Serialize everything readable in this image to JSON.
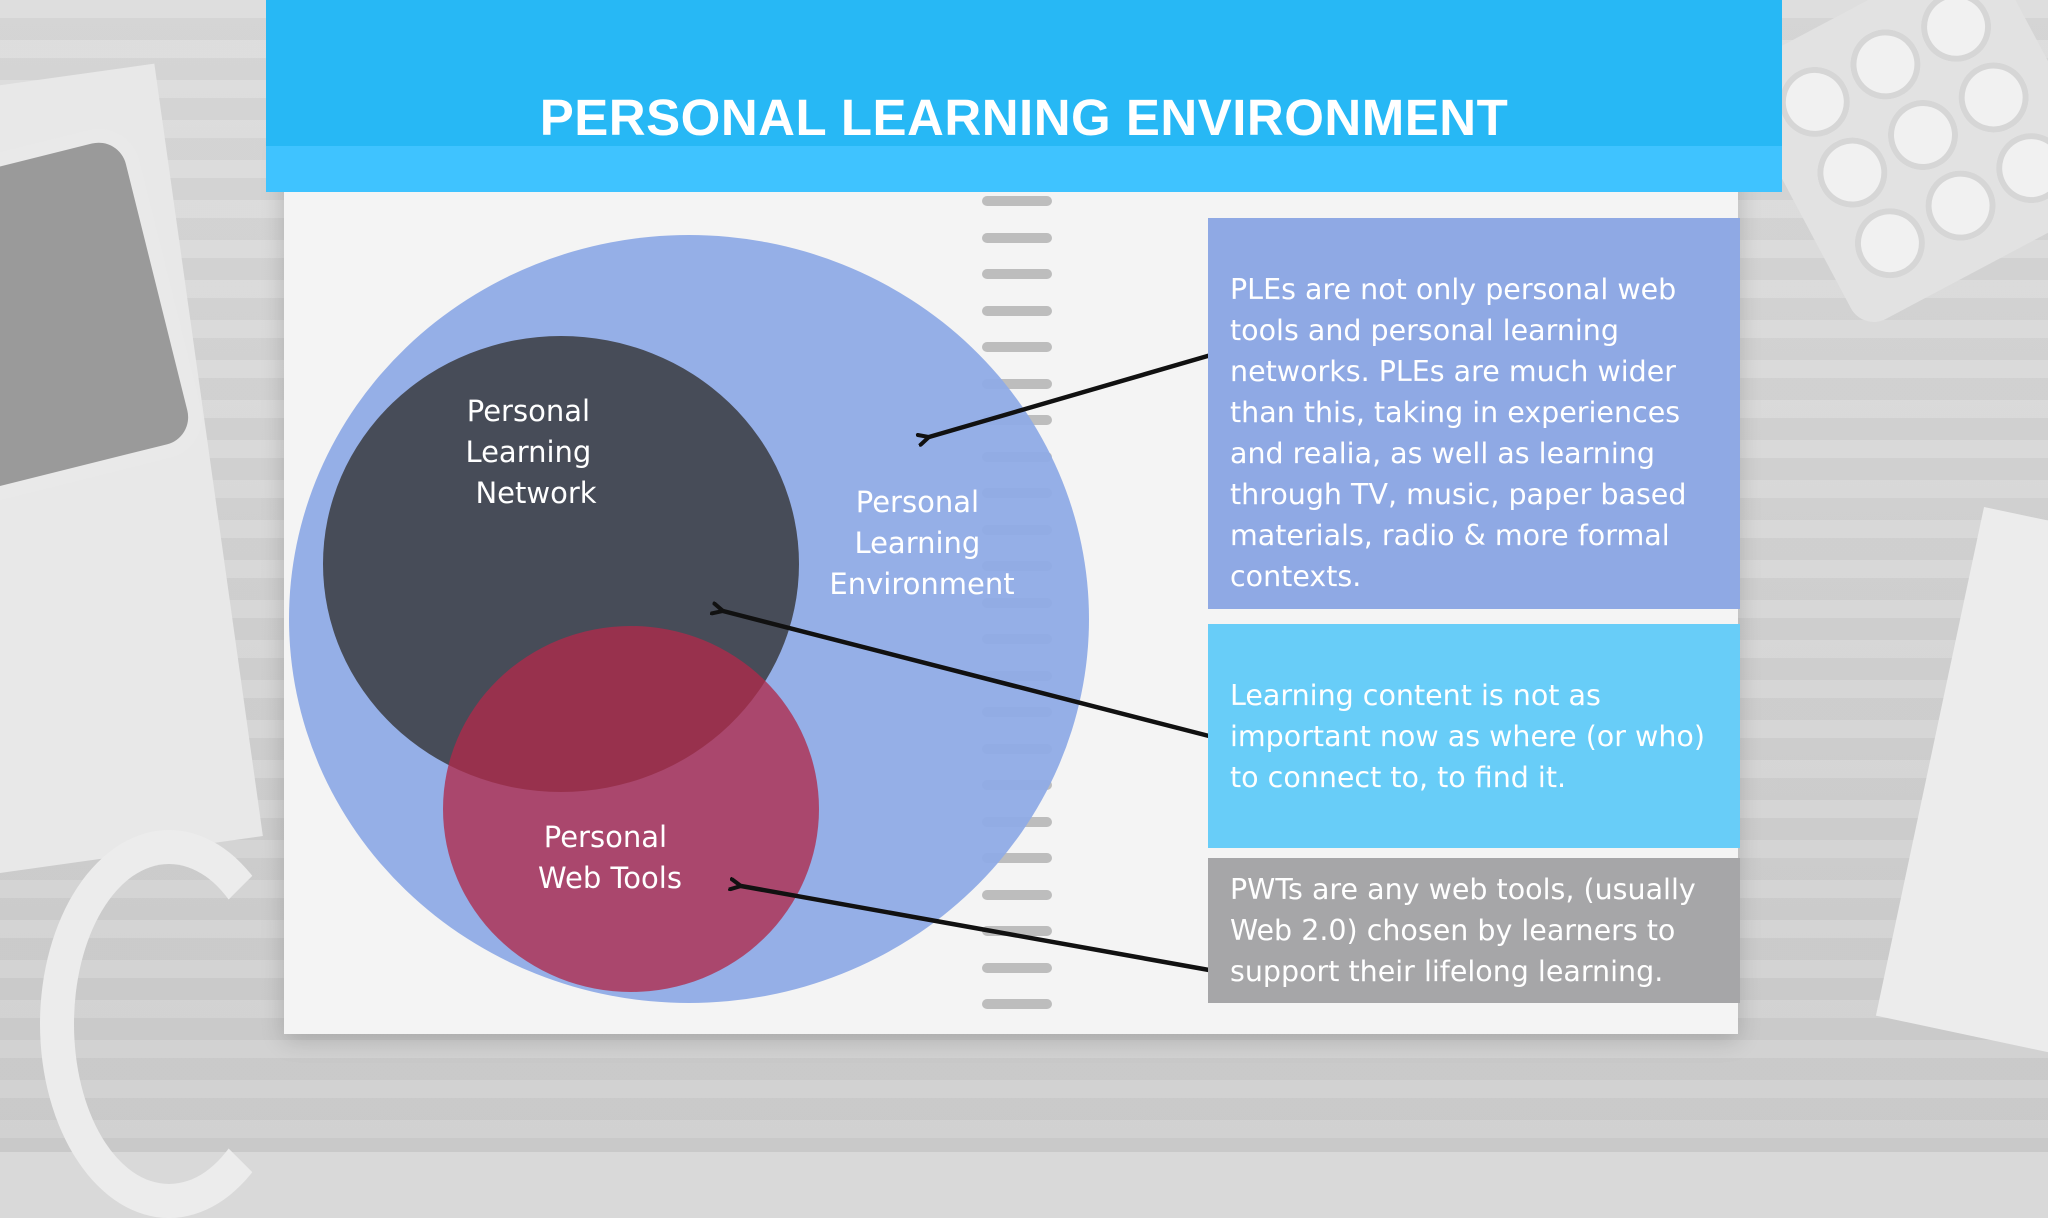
{
  "title": "PERSONAL LEARNING ENVIRONMENT",
  "circles": {
    "ple": {
      "label_lines": [
        "Personal",
        "Learning",
        "Environment"
      ],
      "color": "#8fabe6"
    },
    "pln": {
      "label_lines": [
        "Personal",
        "Learning",
        "Network"
      ],
      "color": "#474c58"
    },
    "pwt": {
      "label_lines": [
        "Personal",
        "Web Tools"
      ],
      "color": "#ab4a63"
    }
  },
  "boxes": {
    "ple": {
      "text": "PLEs are not only personal web tools and personal learning networks. PLEs are much wider than this, taking in experiences and realia, as well as learning through TV, music, paper based materials, radio & more formal contexts.",
      "color": "#8fa9e4"
    },
    "content": {
      "text": "Learning content is not as important now as where (or who) to connect to, to find it.",
      "color": "#68cdf8"
    },
    "pwt": {
      "text": "PWTs are any web tools, (usually Web 2.0) chosen by learners to support their lifelong learning.",
      "color": "#a6a6a8"
    }
  },
  "colors": {
    "header": "#27b8f5",
    "title_text": "#ffffff",
    "arrow": "#111111"
  }
}
